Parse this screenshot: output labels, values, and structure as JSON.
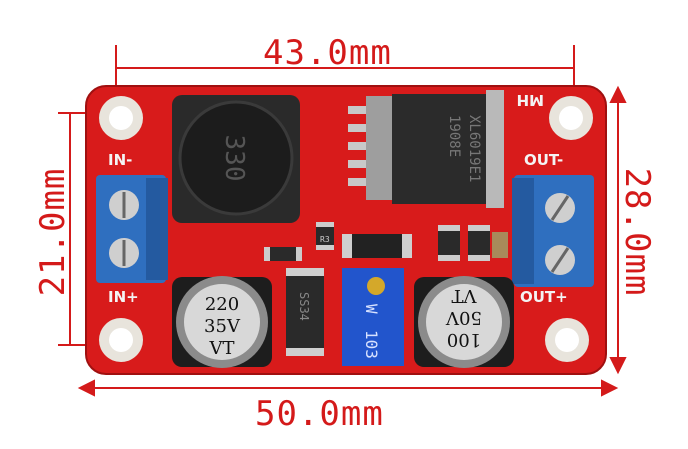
{
  "dimensions": {
    "top": "43.0mm",
    "bottom": "50.0mm",
    "left": "21.0mm",
    "right": "28.0mm"
  },
  "board": {
    "inductor_code": "330",
    "ic_line1": "XL6019E1",
    "ic_line2": "1908E",
    "corner_label": "MH",
    "in_minus": "IN-",
    "in_plus": "IN+",
    "out_minus": "OUT-",
    "out_plus": "OUT+",
    "cap_left": [
      "220",
      "35V",
      "VT"
    ],
    "cap_right": [
      "100",
      "50V",
      "VT"
    ],
    "pot_code": "103",
    "pot_mark": "W",
    "diode_code": "SS34",
    "resistor_code": "R3",
    "colors": {
      "pcb": "#d81b1b",
      "terminal": "#2f6fbf",
      "dimension": "#d41a1a",
      "potentiometer": "#2255cc"
    }
  }
}
